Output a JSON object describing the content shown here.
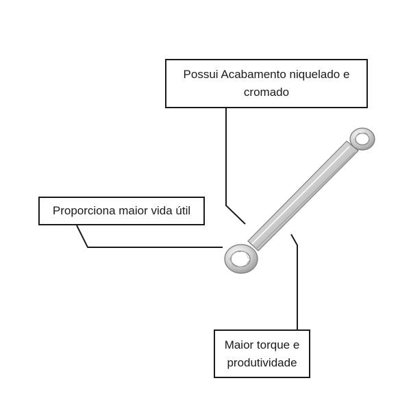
{
  "callouts": {
    "top": "Possui Acabamento niquelado e cromado",
    "left": "Proporciona maior vida útil",
    "bottom": "Maior torque e produtividade"
  },
  "product": {
    "icon": "double-ring-wrench-icon",
    "colors": {
      "chrome_light": "#f4f4f4",
      "chrome_mid": "#c9c9c9",
      "chrome_dark": "#8a8a8a",
      "line": "#1a1a1a"
    }
  }
}
